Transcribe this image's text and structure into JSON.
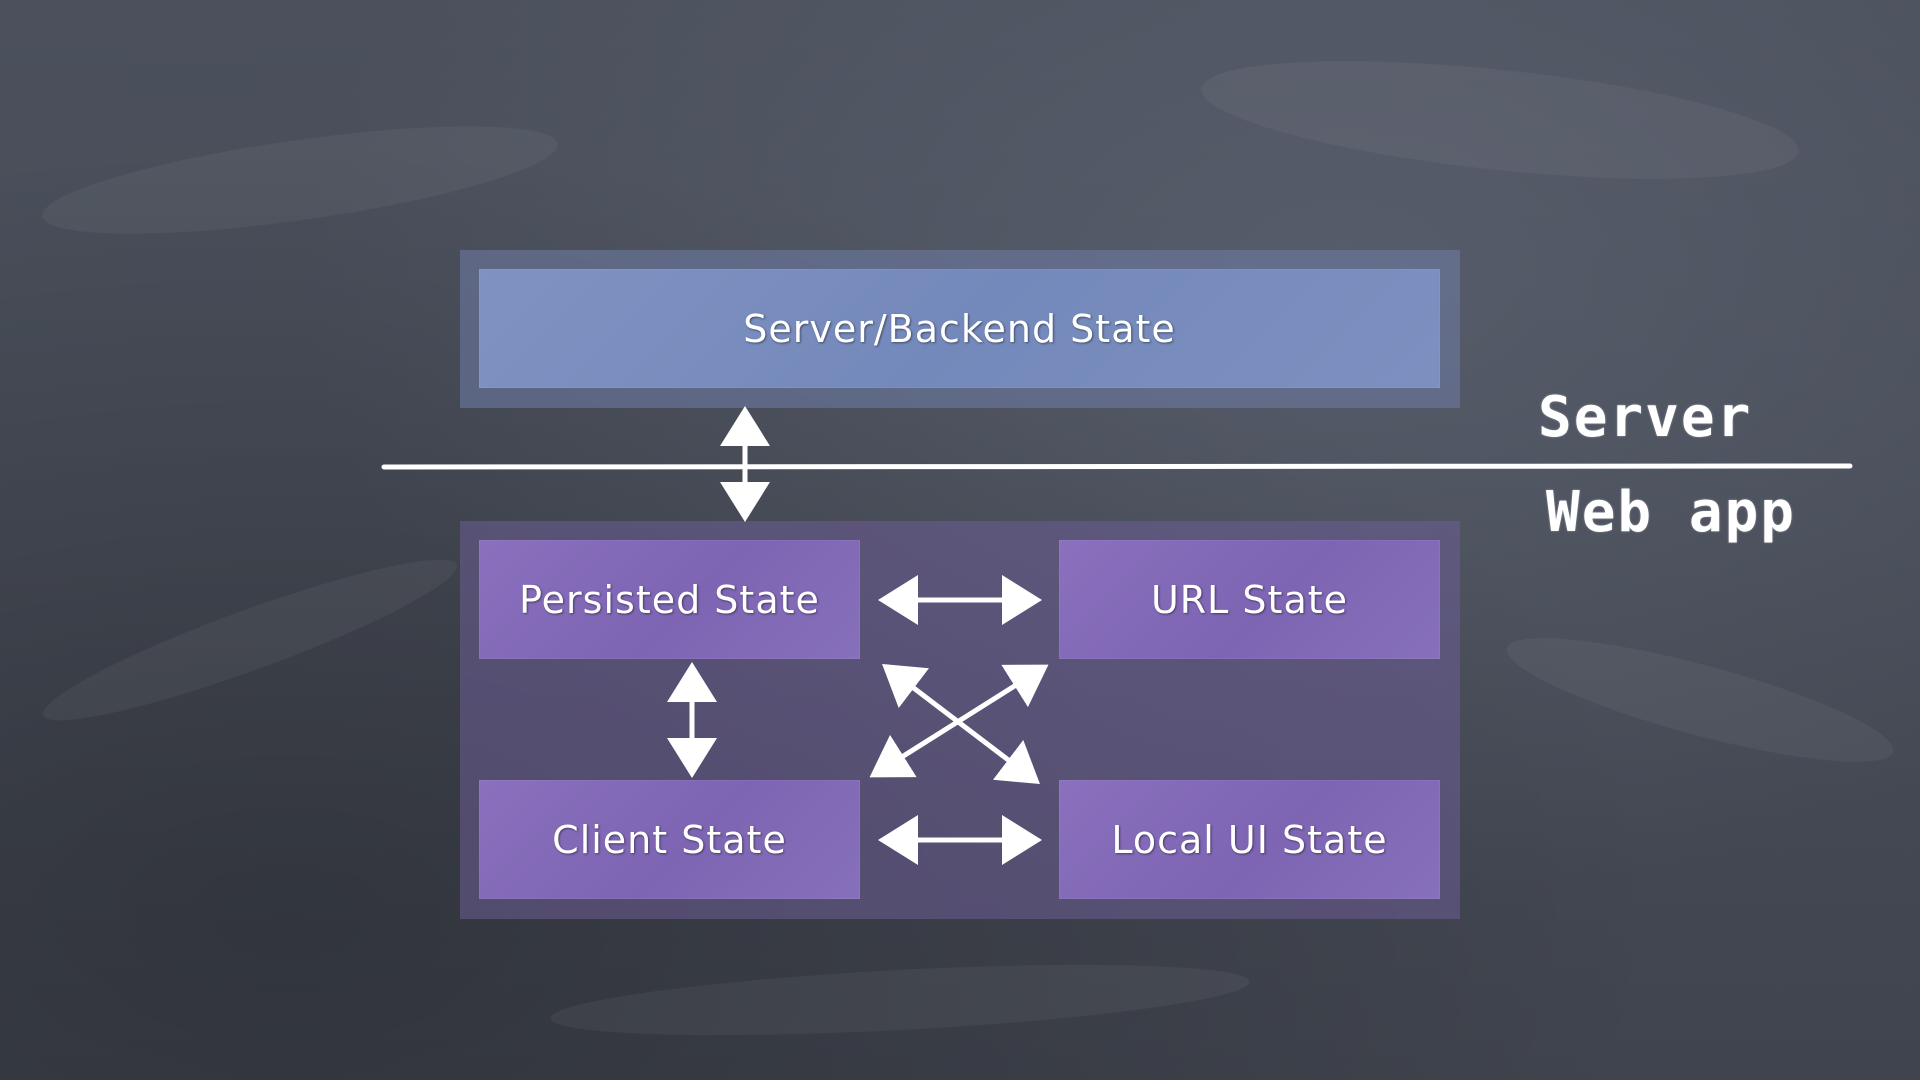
{
  "diagram": {
    "server_group": {
      "box_label": "Server/Backend State"
    },
    "web_group": {
      "boxes": {
        "persisted": "Persisted State",
        "url": "URL State",
        "client": "Client State",
        "local_ui": "Local UI State"
      }
    },
    "divider": {
      "upper_label": "Server",
      "lower_label": "Web app"
    },
    "colors": {
      "background": "#474c57",
      "server_box": "#7a8ec0",
      "state_box": "#8369b8",
      "chalk": "#ffffff"
    }
  }
}
